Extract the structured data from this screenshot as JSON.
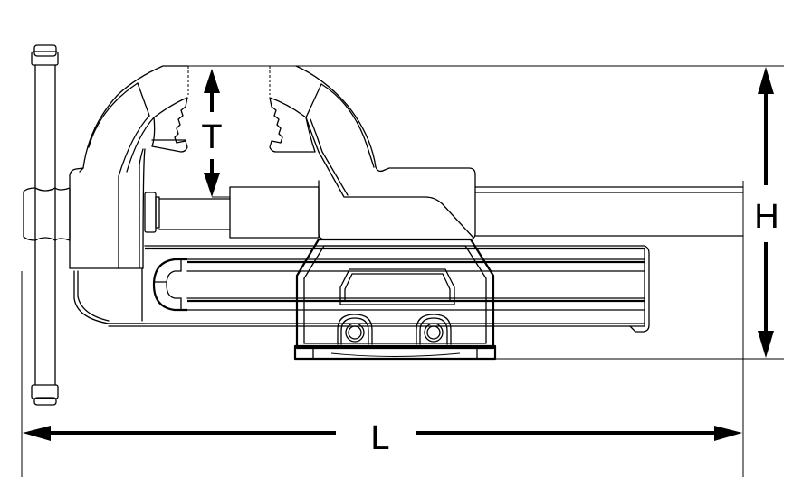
{
  "diagram": {
    "subject": "bench vise side view with dimension annotations",
    "background_color": "#ffffff",
    "line_color": "#000000"
  },
  "dimensions": {
    "T": {
      "label": "T",
      "meaning": "jaw opening depth"
    },
    "H": {
      "label": "H",
      "meaning": "overall height"
    },
    "L": {
      "label": "L",
      "meaning": "overall length"
    }
  },
  "parts": [
    {
      "id": "handle",
      "name": "T-bar handle"
    },
    {
      "id": "front-jaw",
      "name": "front jaw with serrated insert"
    },
    {
      "id": "rear-jaw",
      "name": "rear (fixed) jaw with serrated insert"
    },
    {
      "id": "spindle",
      "name": "screw spindle"
    },
    {
      "id": "slide-bar",
      "name": "sliding guide bar"
    },
    {
      "id": "base",
      "name": "base housing with mounting holes"
    }
  ]
}
